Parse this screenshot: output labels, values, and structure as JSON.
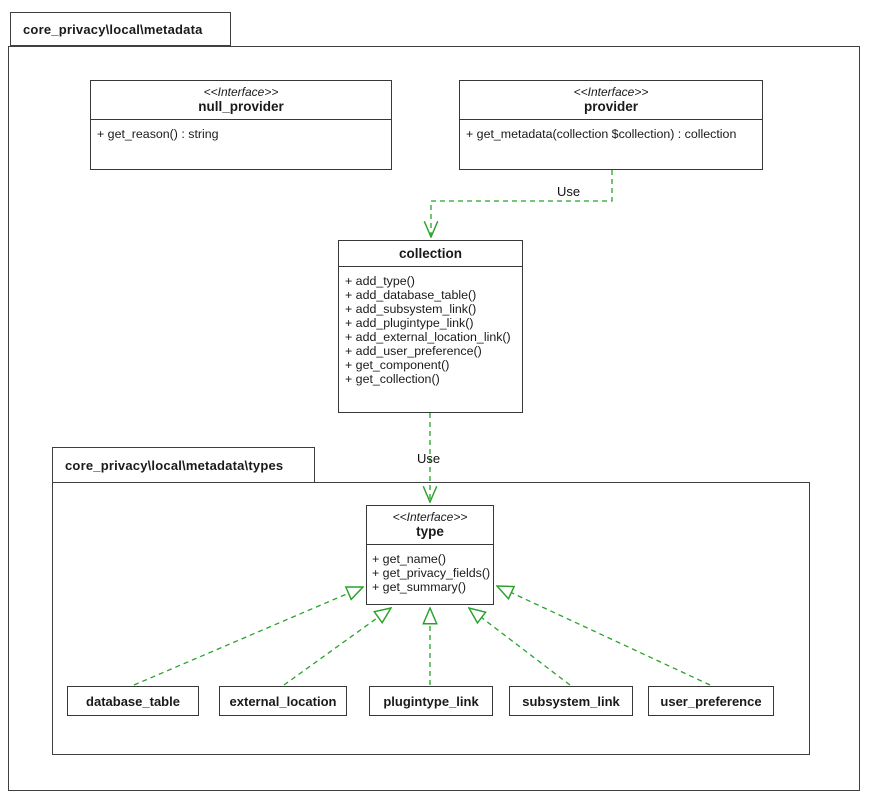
{
  "packages": {
    "outer": {
      "label": "core_privacy\\local\\metadata"
    },
    "inner": {
      "label": "core_privacy\\local\\metadata\\types"
    }
  },
  "nodes": {
    "null_provider": {
      "stereotype": "<<Interface>>",
      "name": "null_provider",
      "methods": [
        "+ get_reason() : string"
      ]
    },
    "provider": {
      "stereotype": "<<Interface>>",
      "name": "provider",
      "methods": [
        "+ get_metadata(collection $collection) : collection"
      ]
    },
    "collection": {
      "name": "collection",
      "methods": [
        "+ add_type()",
        "+ add_database_table()",
        "+ add_subsystem_link()",
        "+ add_plugintype_link()",
        "+ add_external_location_link()",
        "+ add_user_preference()",
        "+ get_component()",
        "+ get_collection()"
      ]
    },
    "type": {
      "stereotype": "<<Interface>>",
      "name": "type",
      "methods": [
        "+ get_name()",
        "+ get_privacy_fields()",
        "+ get_summary()"
      ]
    },
    "implementations": [
      {
        "name": "database_table"
      },
      {
        "name": "external_location"
      },
      {
        "name": "plugintype_link"
      },
      {
        "name": "subsystem_link"
      },
      {
        "name": "user_preference"
      }
    ]
  },
  "edges": {
    "provider_to_collection": {
      "label": "Use",
      "style": "dashed-open-arrow"
    },
    "collection_to_type": {
      "label": "Use",
      "style": "dashed-open-arrow"
    },
    "implementation_style": "dashed-hollow-triangle"
  },
  "colors": {
    "edge_green": "#2aa22a",
    "line": "#3f3f3f",
    "background": "#ffffff",
    "text": "#1a1a1a"
  }
}
